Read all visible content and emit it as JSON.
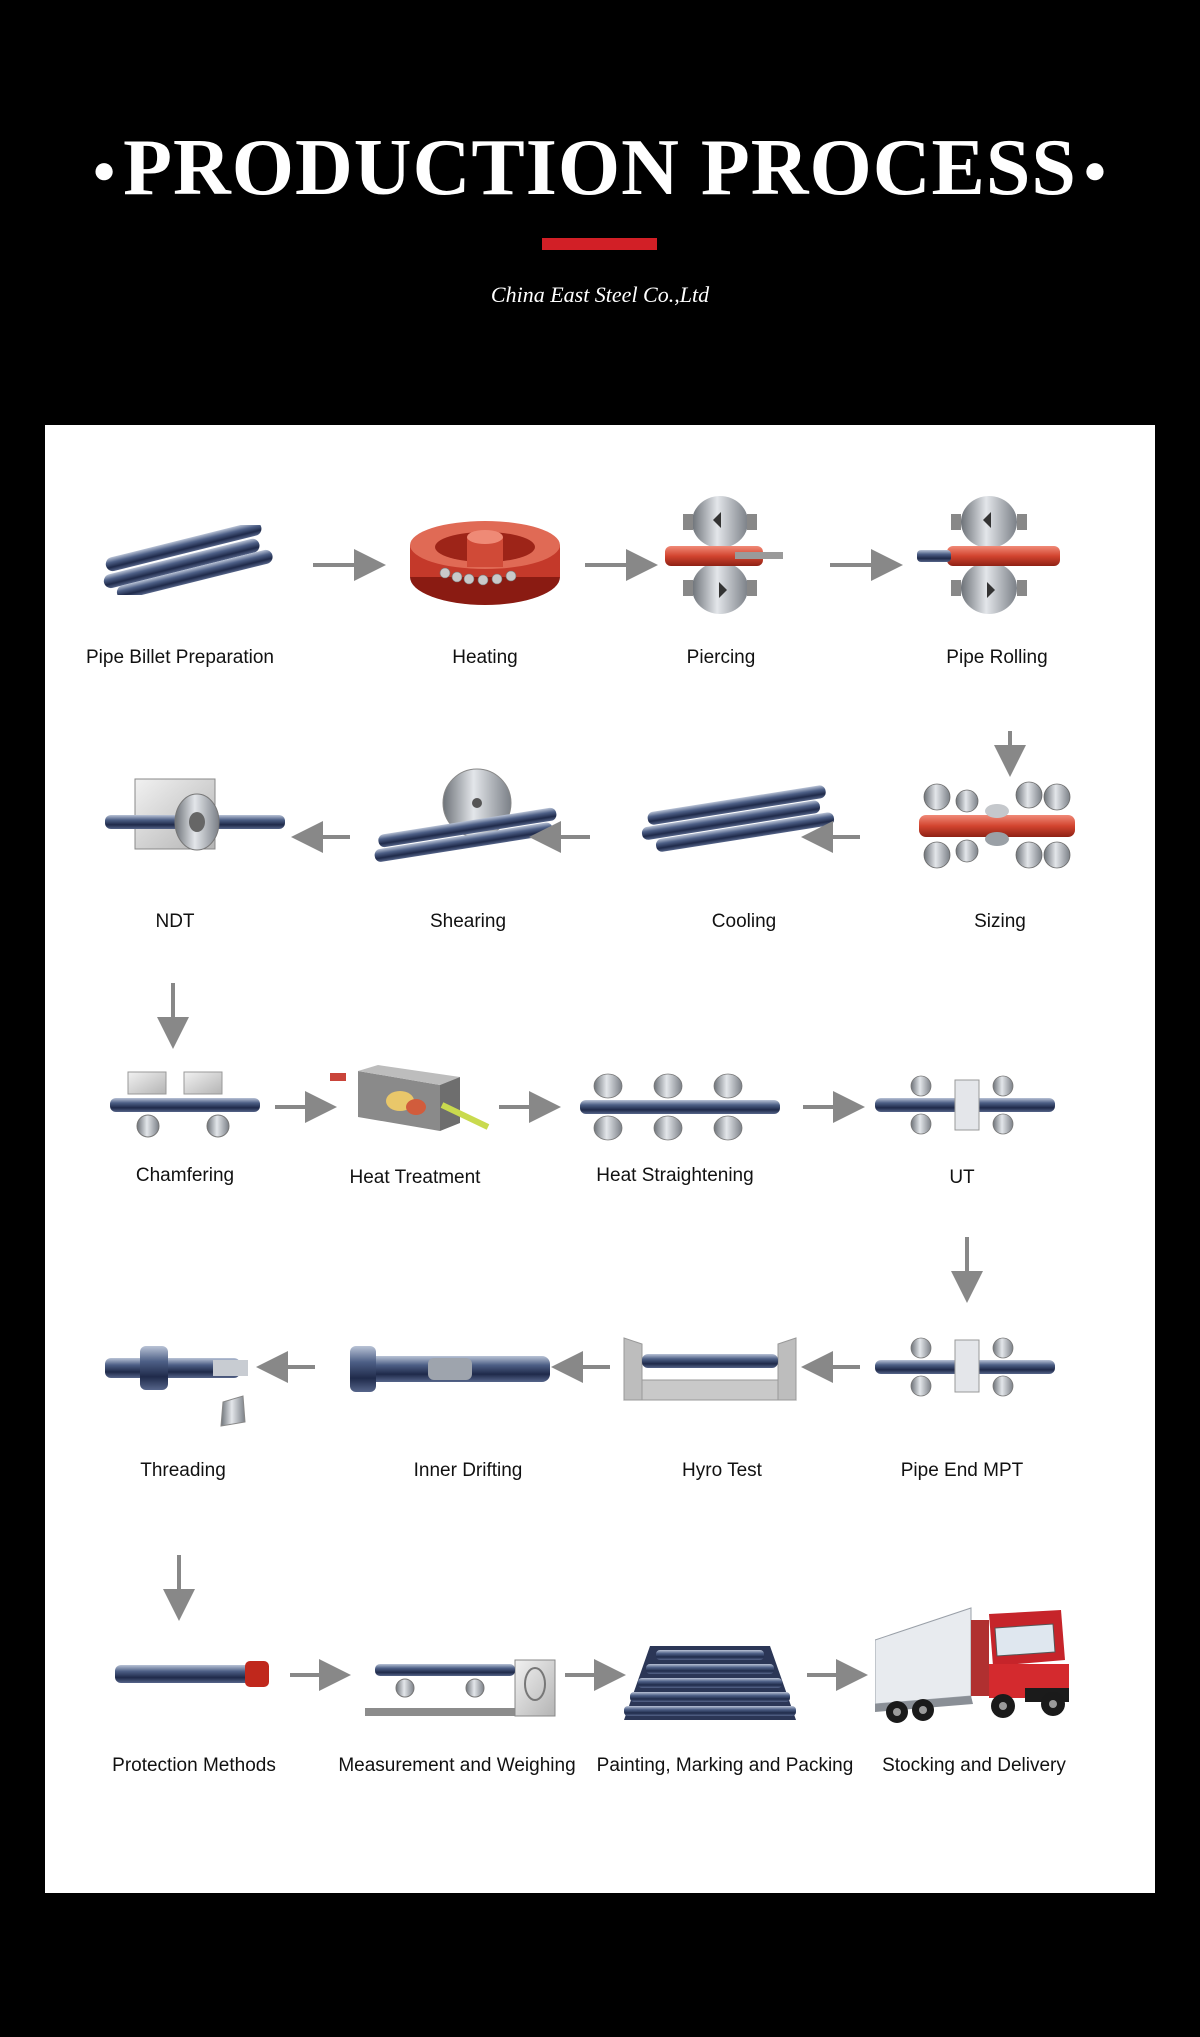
{
  "header": {
    "title": "PRODUCTION PROCESS",
    "subtitle": "China East Steel Co.,Ltd",
    "accent_color": "#d21f26"
  },
  "steps": [
    {
      "label": "Pipe Billet Preparation",
      "icon": "pipe-bundle-icon"
    },
    {
      "label": "Heating",
      "icon": "furnace-icon"
    },
    {
      "label": "Piercing",
      "icon": "piercing-rolls-icon"
    },
    {
      "label": "Pipe Rolling",
      "icon": "rolling-mill-icon"
    },
    {
      "label": "Sizing",
      "icon": "sizing-mill-icon"
    },
    {
      "label": "Cooling",
      "icon": "pipe-bundle-icon"
    },
    {
      "label": "Shearing",
      "icon": "saw-blade-icon"
    },
    {
      "label": "NDT",
      "icon": "ndt-machine-icon"
    },
    {
      "label": "Chamfering",
      "icon": "chamfering-icon"
    },
    {
      "label": "Heat Treatment",
      "icon": "heat-treatment-furnace-icon"
    },
    {
      "label": "Heat Straightening",
      "icon": "straightening-rolls-icon"
    },
    {
      "label": "UT",
      "icon": "ultrasonic-test-icon"
    },
    {
      "label": "Pipe End MPT",
      "icon": "magnetic-particle-test-icon"
    },
    {
      "label": "Hyro Test",
      "icon": "hydro-test-icon"
    },
    {
      "label": "Inner Drifting",
      "icon": "drift-test-icon"
    },
    {
      "label": "Threading",
      "icon": "threading-icon"
    },
    {
      "label": "Protection Methods",
      "icon": "thread-protector-icon"
    },
    {
      "label": "Measurement and Weighing",
      "icon": "scale-icon"
    },
    {
      "label": "Painting, Marking and Packing",
      "icon": "pipe-stack-icon"
    },
    {
      "label": "Stocking and Delivery",
      "icon": "truck-icon"
    }
  ]
}
